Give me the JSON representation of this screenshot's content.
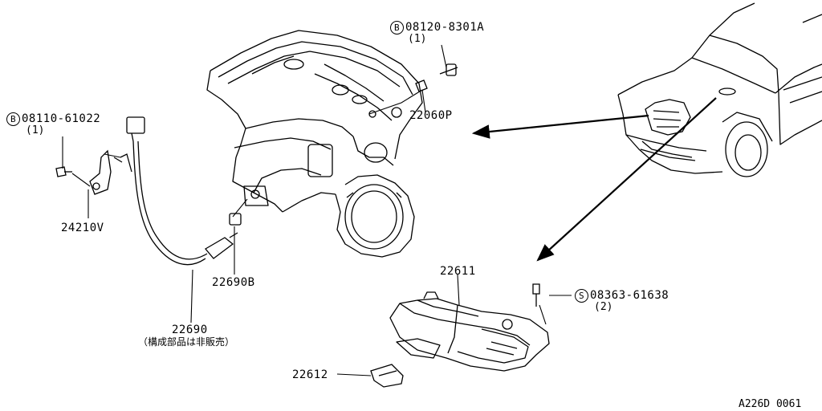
{
  "labels": {
    "bolt_top": {
      "prefix": "B",
      "part": "08120-8301A",
      "qty": "(1)"
    },
    "bolt_left": {
      "prefix": "B",
      "part": "08110-61022",
      "qty": "(1)"
    },
    "screw_right": {
      "prefix": "S",
      "part": "08363-61638",
      "qty": "(2)"
    },
    "bracket": "24210V",
    "sensor_pipe": "22060P",
    "sensor_plug": "22690B",
    "sensor": "22690",
    "sensor_note": "（構成部品は非販売）",
    "ecu": "22611",
    "ecu_bracket": "22612"
  },
  "figure_code": "A226D 0061",
  "colors": {
    "ink": "#000000",
    "paper": "#ffffff"
  }
}
